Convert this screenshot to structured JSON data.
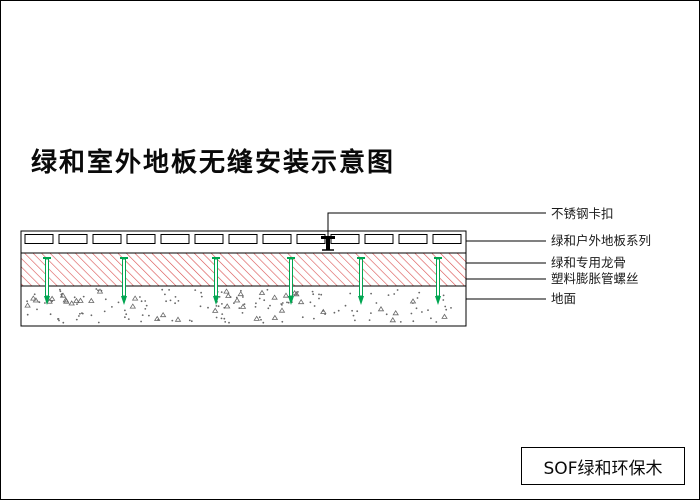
{
  "title": "绿和室外地板无缝安装示意图",
  "callouts": {
    "clip": "不锈钢卡扣",
    "deck": "绿和户外地板系列",
    "keel": "绿和专用龙骨",
    "screw": "塑料膨胀管螺丝",
    "ground": "地面"
  },
  "footer": {
    "brand": "SOF绿和环保木"
  },
  "colors": {
    "keel_hatch": "#d94f4f",
    "screw_green": "#00a651",
    "line": "#000000"
  },
  "diagram": {
    "board_count": 13,
    "screw_xs": [
      46,
      123,
      215,
      290,
      360,
      437
    ]
  }
}
